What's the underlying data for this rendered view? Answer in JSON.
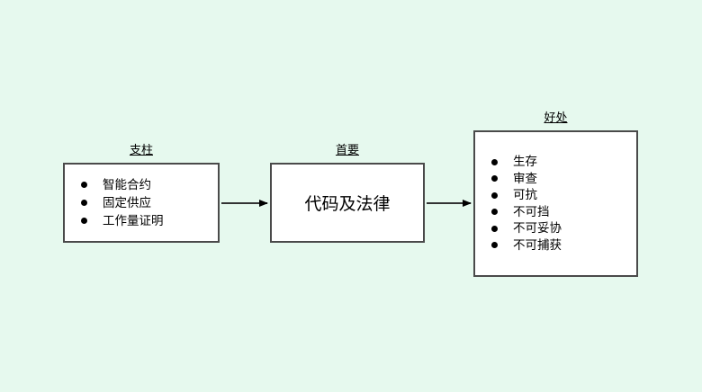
{
  "colors": {
    "background": "#e6f9ee",
    "node_fill": "#ffffff",
    "node_border": "#4a4a4a",
    "text": "#000000",
    "arrow": "#333333"
  },
  "diagram": {
    "nodes": [
      {
        "id": "pillars",
        "title": "支柱",
        "type": "bullet-list",
        "items": [
          "智能合约",
          "固定供应",
          "工作量证明"
        ]
      },
      {
        "id": "primary",
        "title": "首要",
        "type": "text",
        "text": "代码及法律"
      },
      {
        "id": "benefits",
        "title": "好处",
        "type": "bullet-list",
        "items": [
          "生存",
          "审查",
          "可抗",
          "不可挡",
          "不可妥协",
          "不可捕获"
        ]
      }
    ],
    "connections": [
      {
        "from": "pillars",
        "to": "primary"
      },
      {
        "from": "primary",
        "to": "benefits"
      }
    ]
  }
}
